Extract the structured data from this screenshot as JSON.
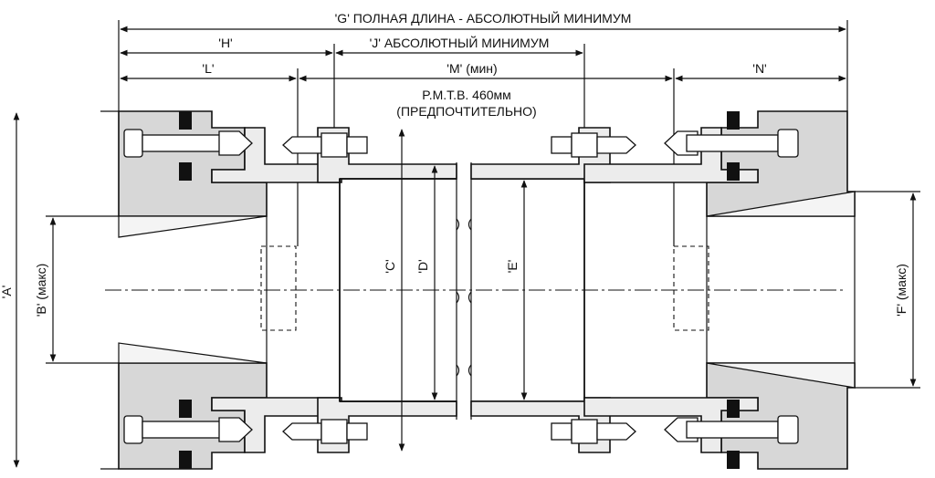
{
  "dimensions": {
    "G": "'G' ПОЛНАЯ ДЛИНА - АБСОЛЮТНЫЙ МИНИМУМ",
    "H": "'H'",
    "J": "'J' АБСОЛЮТНЫЙ МИНИМУМ",
    "L": "'L'",
    "M": "'M' (мин)",
    "N": "'N'",
    "A": "'A'",
    "B": "'B' (макс)",
    "C": "'C'",
    "D": "'D'",
    "E": "'E'",
    "F": "'F' (макс)"
  },
  "note": {
    "line1": "P.M.T.B. 460мм",
    "line2": "(ПРЕДПОЧТИТЕЛЬНО)"
  }
}
